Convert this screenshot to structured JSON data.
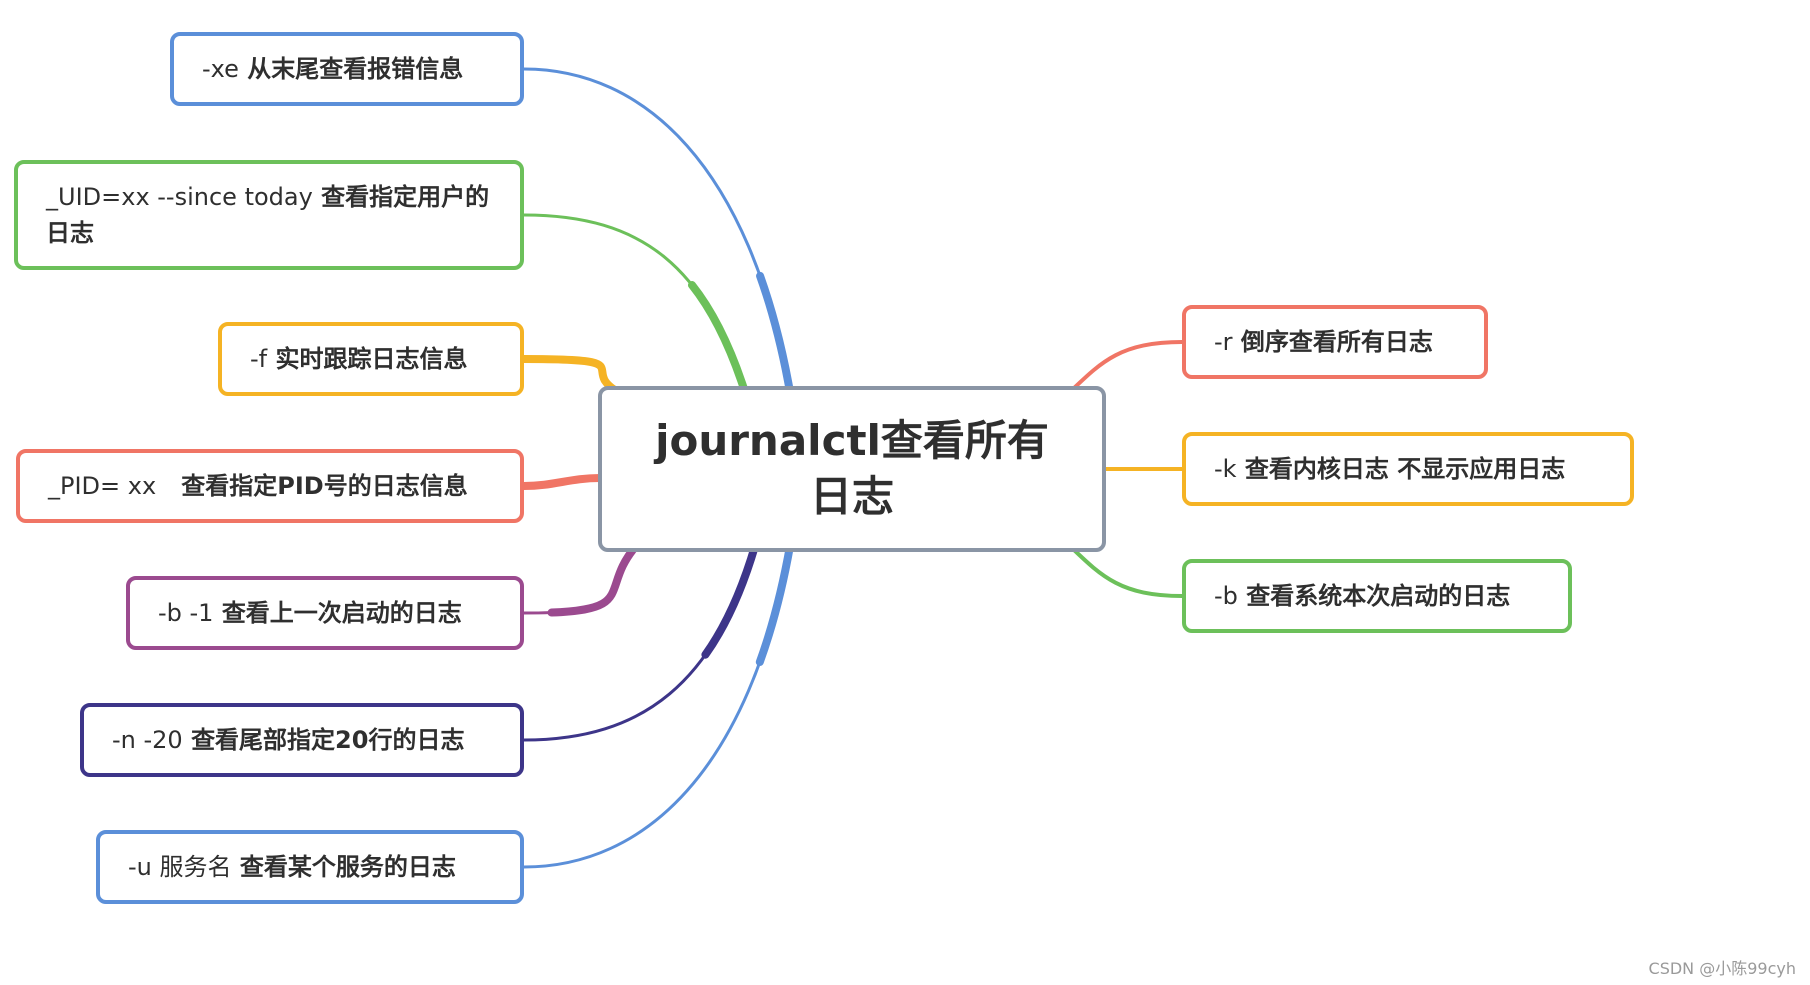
{
  "central": {
    "label": "journalctl查看所有日志",
    "border_color": "#8a95a5"
  },
  "left_topics": [
    {
      "option": "-xe",
      "desc": "从末尾查看报错信息",
      "color": "#5b8fd9"
    },
    {
      "option": "_UID=xx --since today",
      "desc": "查看指定用户的日志",
      "color": "#6cc05a"
    },
    {
      "option": "-f",
      "desc": "实时跟踪日志信息",
      "color": "#f5b324"
    },
    {
      "option": "_PID= xx",
      "desc": "查看指定PID号的日志信息",
      "color": "#f07565"
    },
    {
      "option": "-b -1",
      "desc": "查看上一次启动的日志",
      "color": "#9b4a8f"
    },
    {
      "option": "-n -20",
      "desc": "查看尾部指定20行的日志",
      "color": "#3d3589"
    },
    {
      "option": "-u 服务名",
      "desc": "查看某个服务的日志",
      "color": "#5b8fd9"
    }
  ],
  "right_topics": [
    {
      "option": "-r",
      "desc": "倒序查看所有日志",
      "color": "#f07565"
    },
    {
      "option": "-k",
      "desc": "查看内核日志 不显示应用日志",
      "color": "#f5b324"
    },
    {
      "option": "-b",
      "desc": "查看系统本次启动的日志",
      "color": "#6cc05a"
    }
  ],
  "watermark": "CSDN @小陈99cyh"
}
